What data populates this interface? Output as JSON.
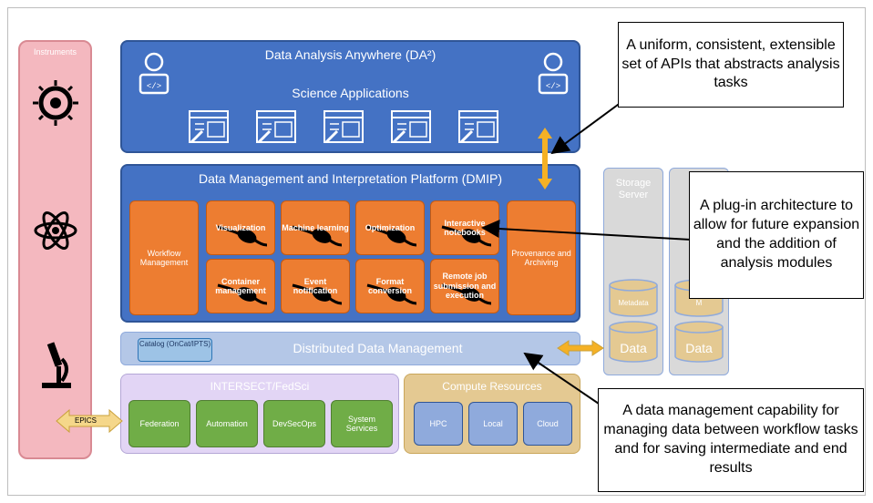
{
  "instruments": {
    "title": "Instruments"
  },
  "da2": {
    "title": "Data Analysis Anywhere (DA²)",
    "subtitle": "Science Applications"
  },
  "dmip": {
    "title": "Data Management and Interpretation Platform (DMIP)",
    "workflow": "Workflow Management",
    "provenance": "Provenance and Archiving",
    "modules": [
      "Visualization",
      "Machine learning",
      "Optimization",
      "Interactive notebooks",
      "Container management",
      "Event notification",
      "Format conversion",
      "Remote job submission and execution"
    ]
  },
  "ddm": {
    "title": "Distributed Data Management",
    "catalog": "Catalog (OnCat/IPTS)"
  },
  "intersect": {
    "title": "INTERSECT/FedSci",
    "items": [
      "Federation",
      "Automation",
      "DevSecOps",
      "System Services"
    ],
    "epics": "EPICS"
  },
  "compute": {
    "title": "Compute Resources",
    "items": [
      "HPC",
      "Local",
      "Cloud"
    ]
  },
  "storage": {
    "title1": "Storage Server",
    "title2": "St S",
    "metadata": "Metadata",
    "metadata2": "M",
    "data": "Data"
  },
  "callouts": {
    "apis": "A uniform, consistent, extensible set of APIs that abstracts analysis tasks",
    "plugin": "A plug-in architecture to allow for future expansion and the addition of analysis modules",
    "datamgmt": "A data management capability for managing data between workflow tasks and for saving intermediate and end results"
  },
  "colors": {
    "blue": "#4472c4",
    "orange": "#ed7d31",
    "green": "#70ad47",
    "pink": "#f4b8bf",
    "arrow": "#f5b125"
  }
}
